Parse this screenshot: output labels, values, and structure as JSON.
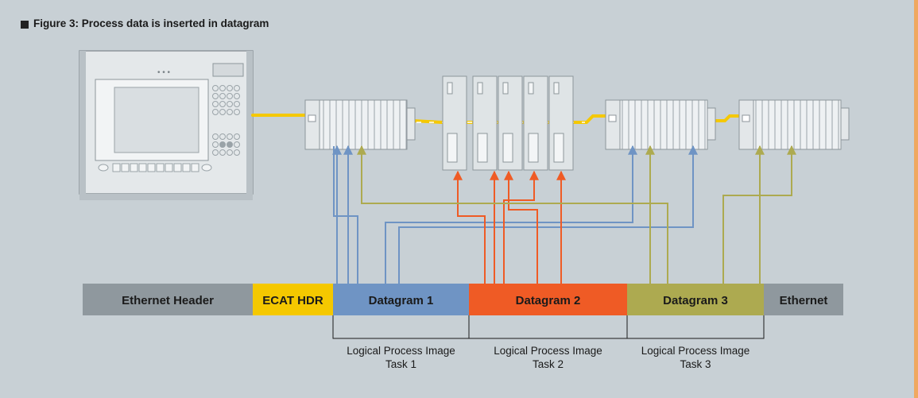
{
  "figure": {
    "title": "Figure 3: Process data is inserted in datagram"
  },
  "frame": {
    "segments": [
      {
        "id": "ethernet-header",
        "label": "Ethernet Header",
        "color": "#8f989e"
      },
      {
        "id": "ecat-hdr",
        "label": "ECAT HDR",
        "color": "#f5c800"
      },
      {
        "id": "datagram-1",
        "label": "Datagram 1",
        "color": "#6f94c4"
      },
      {
        "id": "datagram-2",
        "label": "Datagram 2",
        "color": "#ef5b25"
      },
      {
        "id": "datagram-3",
        "label": "Datagram 3",
        "color": "#adaa50"
      },
      {
        "id": "ethernet-trailer",
        "label": "Ethernet",
        "color": "#8f989e"
      }
    ]
  },
  "process_images": [
    {
      "line1": "Logical Process Image",
      "line2": "Task 1"
    },
    {
      "line1": "Logical Process Image",
      "line2": "Task 2"
    },
    {
      "line1": "Logical Process Image",
      "line2": "Task 3"
    }
  ],
  "colors": {
    "task1": "#6f94c4",
    "task2": "#ef5b25",
    "task3": "#adaa50",
    "cable": "#f5c800",
    "background": "#c8d0d5"
  },
  "icons": [
    "control-panel-pc",
    "io-terminal-block",
    "servo-drive",
    "ethercat-cable"
  ]
}
